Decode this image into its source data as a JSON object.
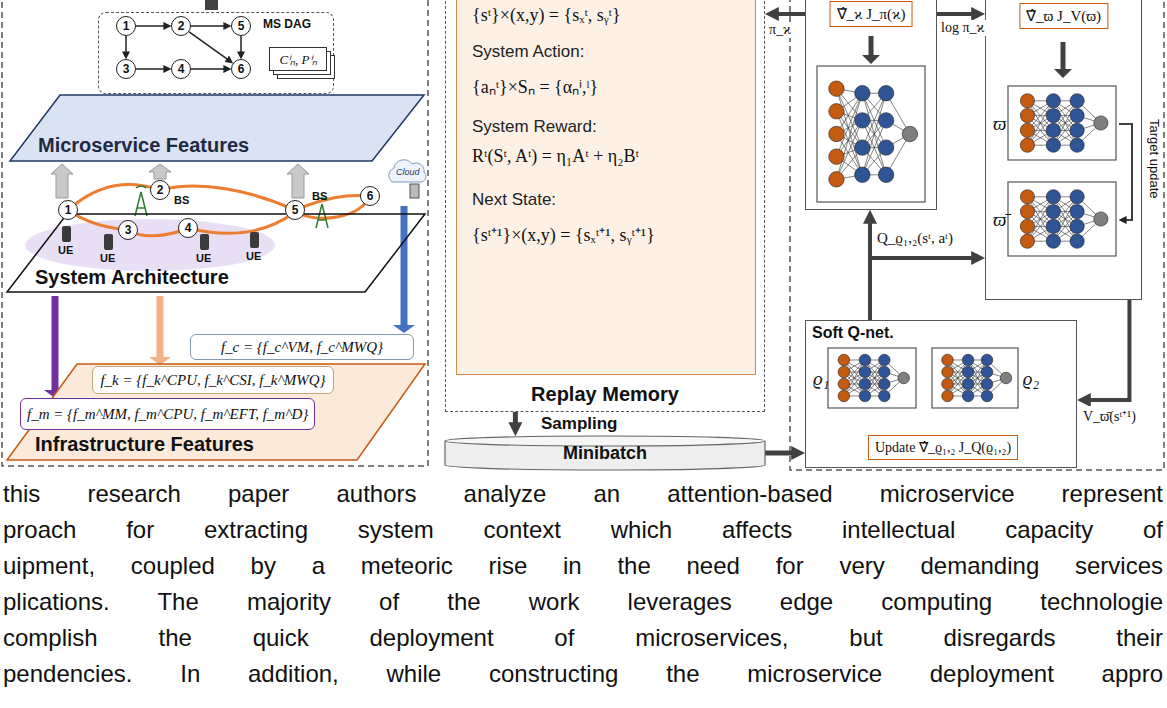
{
  "diagram": {
    "nodes": [
      {
        "text": [
          "Microservice Features"
        ]
      },
      {
        "text": [
          "MS DAG"
        ],
        "in": 0
      },
      {
        "text": [
          "1"
        ],
        "in": 1
      },
      {
        "text": [
          "2"
        ],
        "in": 1
      },
      {
        "text": [
          "3"
        ],
        "in": 1
      },
      {
        "text": [
          "4"
        ],
        "in": 1
      },
      {
        "text": [
          "5"
        ],
        "in": 1
      },
      {
        "text": [
          "6"
        ],
        "in": 1
      },
      {
        "text": [
          "Cⁱₙ, Pⁱₙ"
        ],
        "in": 1
      },
      {
        "text": [
          "System Architecture"
        ]
      },
      {
        "text": [
          "1"
        ],
        "in": 9
      },
      {
        "text": [
          "2"
        ],
        "in": 9
      },
      {
        "text": [
          "3"
        ],
        "in": 9
      },
      {
        "text": [
          "4"
        ],
        "in": 9
      },
      {
        "text": [
          "5"
        ],
        "in": 9
      },
      {
        "text": [
          "6"
        ],
        "in": 9
      },
      {
        "text": [
          "Infrastructure Features"
        ]
      },
      {
        "text": [
          "f_c = {f_c^VM, f_c^MWQ}"
        ]
      },
      {
        "text": [
          "f_k = {f_k^CPU, f_k^CSI, f_k^MWQ}"
        ]
      },
      {
        "text": [
          "f_m = {f_m^MM, f_m^CPU, f_m^EFT, f_m^D}"
        ],
        "in": 16
      },
      {
        "text": [
          "Replay Memory"
        ]
      },
      {
        "text": [
          "{sᵗ}×(x,y) = {sₓᵗ, sᵧᵗ}",
          "System Action:",
          "{aₙᵗ}×Sₙ = {αₙⁱ,ˡ}",
          "System Reward:",
          "Rᵗ(Sᵗ, Aᵗ) = η₁Aᵗ + η₂Bᵗ",
          "Next State:",
          "{sᵗ⁺¹}×(x,y) = {sₓᵗ⁺¹, sᵧᵗ⁺¹}"
        ],
        "in": 20
      },
      {
        "text": [
          "Minibatch"
        ]
      },
      {
        "text": [
          "∇̂_ϰ J_π(ϰ)"
        ]
      },
      {
        "text": [
          "∇̂_ϖ J_V(ϖ)"
        ]
      },
      {
        "text": [
          "ϖ"
        ],
        "in": 24
      },
      {
        "text": [
          "ϖ̄"
        ],
        "in": 24
      },
      {
        "text": [
          "Soft Q-net.",
          "Update ∇̂_ϱ₁,₂ J_Q(ϱ₁,₂)"
        ]
      },
      {
        "text": [
          "ϱ₁"
        ],
        "in": 27
      },
      {
        "text": [
          "ϱ₂"
        ],
        "in": 27
      }
    ],
    "edges": [
      {
        "from": 2,
        "to": 3,
        "arrow": "to"
      },
      {
        "from": 3,
        "to": 6,
        "arrow": "to"
      },
      {
        "from": 2,
        "to": 4,
        "arrow": "to"
      },
      {
        "from": 4,
        "to": 5,
        "arrow": "to"
      },
      {
        "from": 5,
        "to": 7,
        "arrow": "to"
      },
      {
        "from": 6,
        "to": 7,
        "arrow": "to"
      },
      {
        "from": 3,
        "to": 7,
        "arrow": "to"
      },
      {
        "from": 20,
        "to": 22,
        "label": "Sampling",
        "arrow": "to"
      },
      {
        "from": 22,
        "to": 27,
        "arrow": "to"
      },
      {
        "from": 27,
        "to": 23,
        "label": "Q_ϱ₁,₂(sᵗ, aᵗ)",
        "arrow": "to"
      },
      {
        "from": 27,
        "to": 24,
        "arrow": "to"
      },
      {
        "from": 24,
        "to": 27,
        "label": "V_ϖ̄(sᵗ⁺¹)",
        "arrow": "to"
      },
      {
        "from": 23,
        "to": 24,
        "label": "log π_ϰ",
        "arrow": "to"
      },
      {
        "from": 23,
        "to": 20,
        "label": "π_ϰ",
        "arrow": "to"
      },
      {
        "from": 25,
        "to": 26,
        "label": "Target update",
        "arrow": "to"
      }
    ],
    "labels": [
      "UE",
      "UE",
      "UE",
      "UE",
      "BS",
      "BS",
      "Cloud",
      "this research paper authors analyze an attention-based microservice represent",
      "proach for extracting system context which affects intellectual capacity of",
      "uipment, coupled by a meteoric rise in the need for very demanding services",
      "plications. The majority of the work leverages edge computing technologie",
      "complish the quick deployment of microservices, but disregards their",
      "pendencies. In addition, while constructing the microservice deployment appro"
    ]
  }
}
